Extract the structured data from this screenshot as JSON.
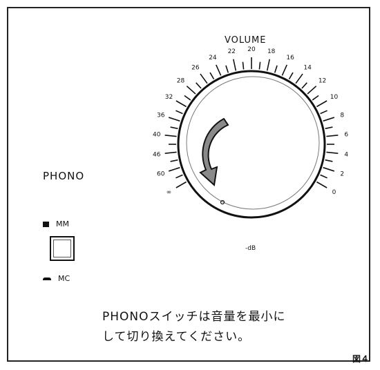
{
  "volume": {
    "title": "VOLUME",
    "unit": "-dB",
    "scale_labels": [
      "∞",
      "60",
      "46",
      "40",
      "36",
      "32",
      "28",
      "26",
      "24",
      "22",
      "20",
      "18",
      "16",
      "14",
      "12",
      "10",
      "8",
      "6",
      "4",
      "2",
      "0"
    ]
  },
  "phono": {
    "title": "PHONO",
    "mm_label": "MM",
    "mc_label": "MC"
  },
  "note": {
    "line1": "PHONOスイッチは音量を最小に",
    "line2": "して切り換えてください。"
  },
  "figure_label": "図４",
  "colors": {
    "ink": "#111111",
    "arrow_fill": "#8a8a8a"
  }
}
